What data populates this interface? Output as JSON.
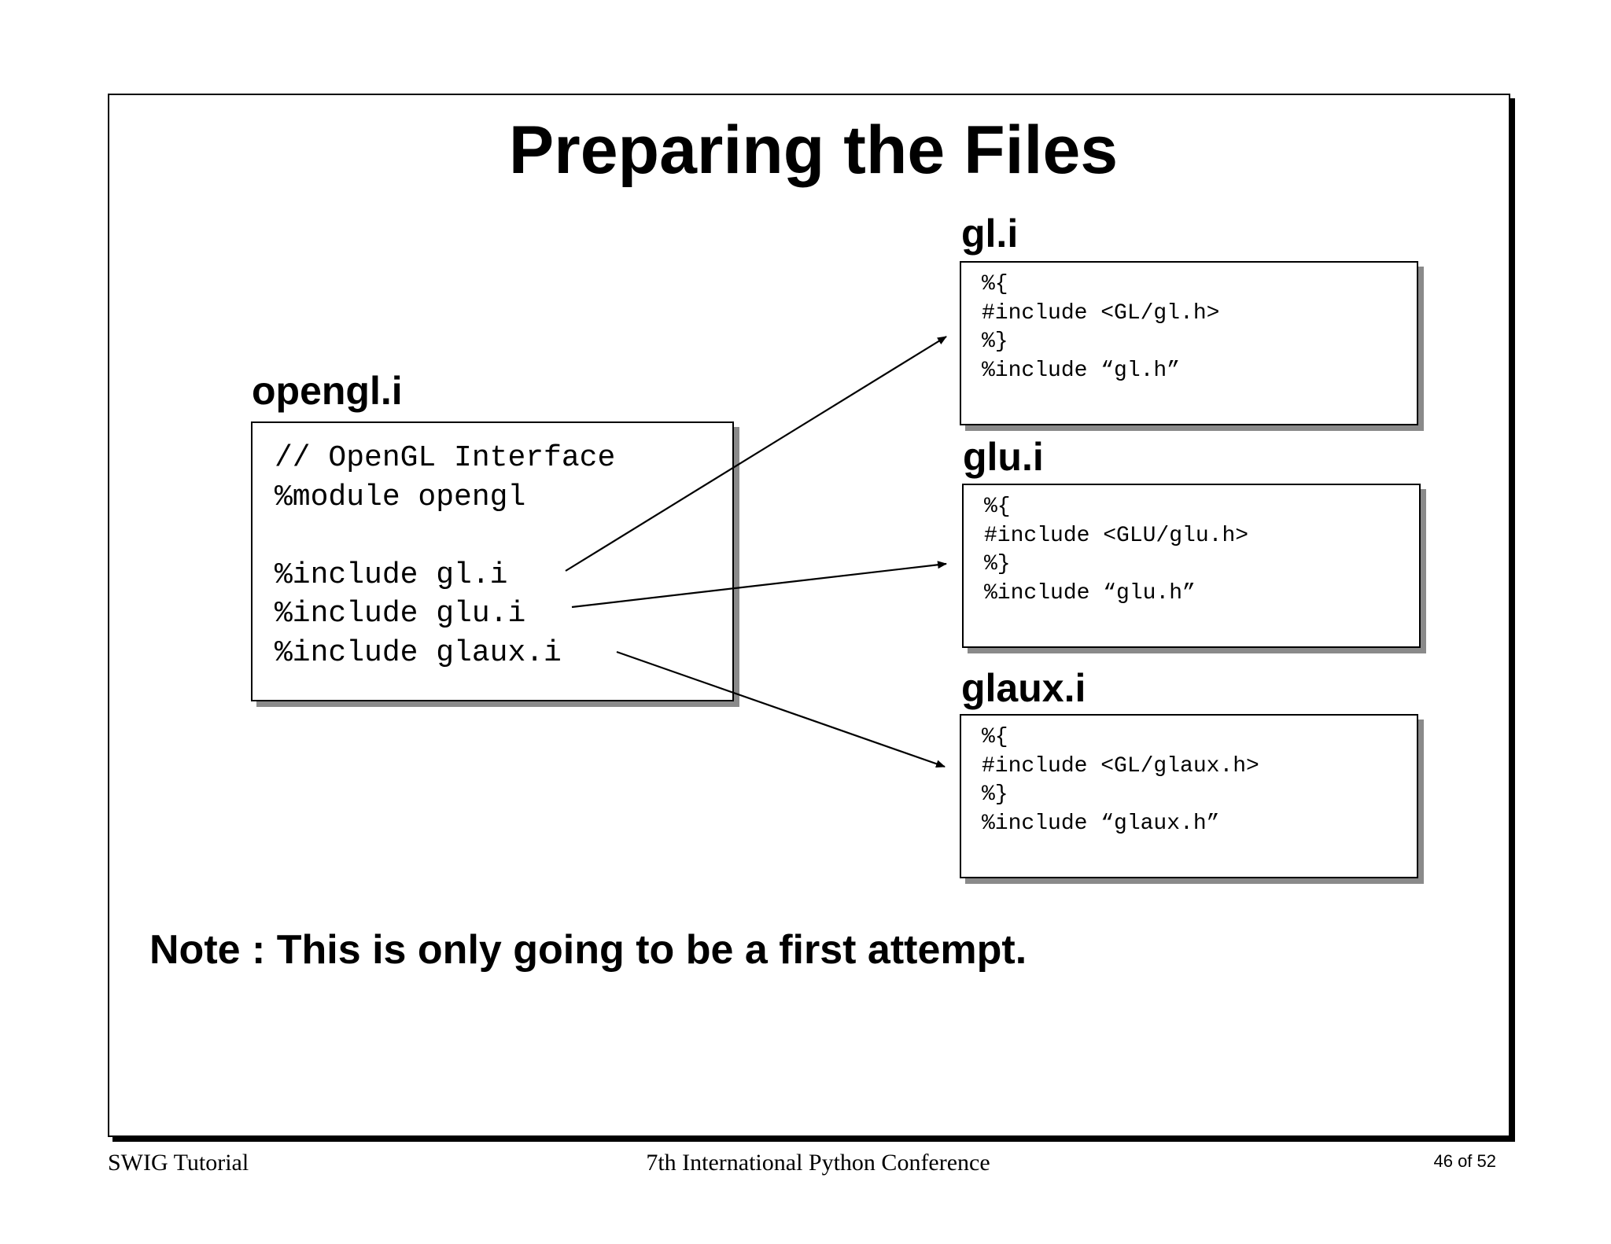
{
  "slide": {
    "title": "Preparing the Files",
    "note_prefix": "Note : ",
    "note_text": "This is only going to be a first attempt."
  },
  "main_file": {
    "label": "opengl.i",
    "lines": [
      "// OpenGL Interface",
      "%module opengl",
      "",
      "%include gl.i",
      "%include glu.i",
      "%include glaux.i"
    ]
  },
  "files": [
    {
      "label": "gl.i",
      "lines": [
        "%{",
        "#include <GL/gl.h>",
        "%}",
        "%include “gl.h”"
      ]
    },
    {
      "label": "glu.i",
      "lines": [
        "%{",
        "#include <GLU/glu.h>",
        "%}",
        "%include “glu.h”"
      ]
    },
    {
      "label": "glaux.i",
      "lines": [
        "%{",
        "#include <GL/glaux.h>",
        "%}",
        "%include “glaux.h”"
      ]
    }
  ],
  "footer": {
    "left": "SWIG Tutorial",
    "center": "7th International Python Conference",
    "page": "46 of 52"
  }
}
